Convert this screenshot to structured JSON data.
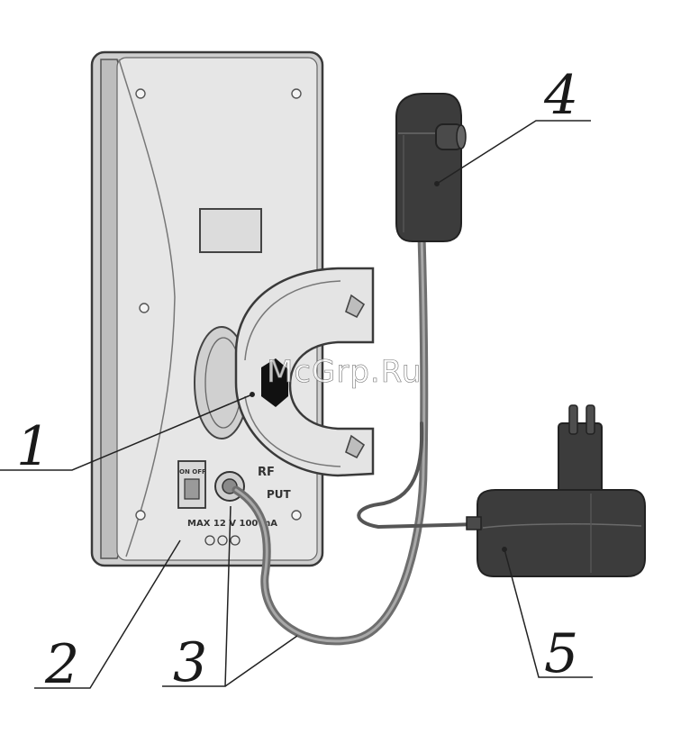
{
  "callouts": {
    "c1": "1",
    "c2": "2",
    "c3": "3",
    "c4": "4",
    "c5": "5"
  },
  "panel_labels": {
    "rf": "RF",
    "put": "PUT",
    "switch_top": "ON OFF",
    "max": "MAX 12 V 100 mA"
  },
  "watermark": "McGrp.Ru",
  "colors": {
    "panel": "#d9d9d9",
    "panel_edge": "#4a4a4a",
    "dark_part": "#3c3c3c",
    "cable": "#6e6e6e",
    "hole": "#111111"
  }
}
